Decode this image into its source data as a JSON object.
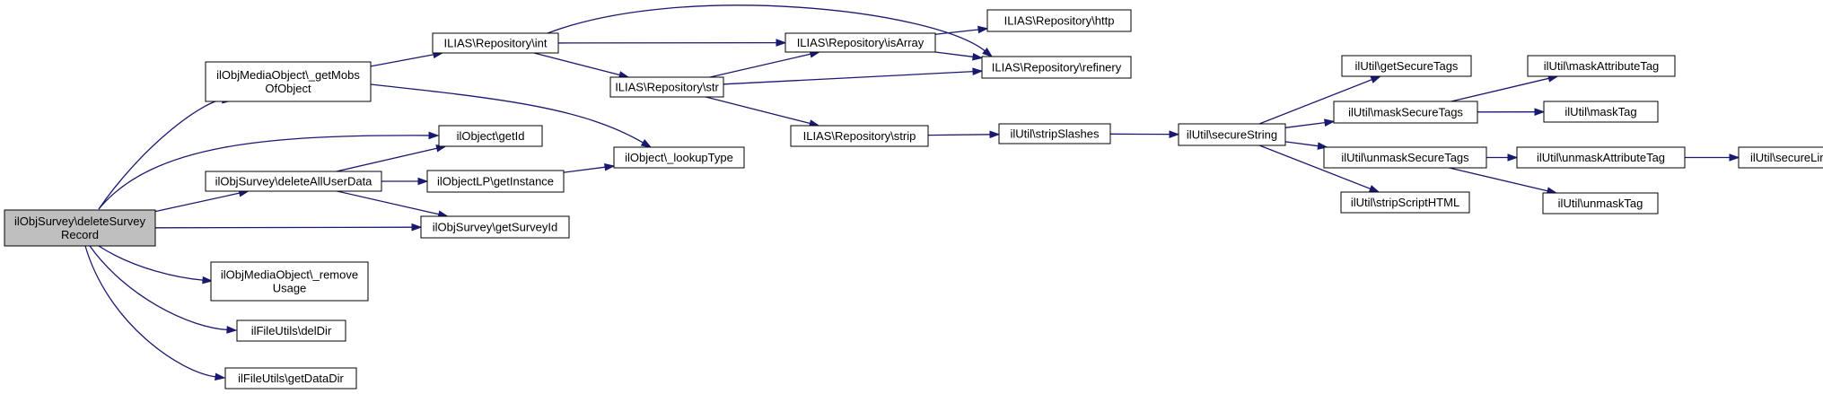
{
  "diagram": {
    "kind": "call-graph",
    "colors": {
      "edge": "#191970",
      "root_fill": "#bfbfbf",
      "node_fill": "#ffffff",
      "node_border": "#000000"
    },
    "nodes": [
      {
        "id": "root",
        "lines": [
          "ilObjSurvey\\deleteSurvey",
          "Record"
        ],
        "highlighted": true
      },
      {
        "id": "getMobs",
        "lines": [
          "ilObjMediaObject\\_getMobs",
          "OfObject"
        ]
      },
      {
        "id": "getId",
        "lines": [
          "ilObject\\getId"
        ]
      },
      {
        "id": "deleteAll",
        "lines": [
          "ilObjSurvey\\deleteAllUserData"
        ]
      },
      {
        "id": "getSurveyId",
        "lines": [
          "ilObjSurvey\\getSurveyId"
        ]
      },
      {
        "id": "removeUsage",
        "lines": [
          "ilObjMediaObject\\_remove",
          "Usage"
        ]
      },
      {
        "id": "delDir",
        "lines": [
          "ilFileUtils\\delDir"
        ]
      },
      {
        "id": "getDataDir",
        "lines": [
          "ilFileUtils\\getDataDir"
        ]
      },
      {
        "id": "repoInt",
        "lines": [
          "ILIAS\\Repository\\int"
        ]
      },
      {
        "id": "lookupType",
        "lines": [
          "ilObject\\_lookupType"
        ]
      },
      {
        "id": "getInstance",
        "lines": [
          "ilObjectLP\\getInstance"
        ]
      },
      {
        "id": "repoStr",
        "lines": [
          "ILIAS\\Repository\\str"
        ]
      },
      {
        "id": "repoIsArray",
        "lines": [
          "ILIAS\\Repository\\isArray"
        ]
      },
      {
        "id": "repoStrip",
        "lines": [
          "ILIAS\\Repository\\strip"
        ]
      },
      {
        "id": "repoHttp",
        "lines": [
          "ILIAS\\Repository\\http"
        ]
      },
      {
        "id": "repoRefinery",
        "lines": [
          "ILIAS\\Repository\\refinery"
        ]
      },
      {
        "id": "stripSlashes",
        "lines": [
          "ilUtil\\stripSlashes"
        ]
      },
      {
        "id": "secureString",
        "lines": [
          "ilUtil\\secureString"
        ]
      },
      {
        "id": "getSecureTags",
        "lines": [
          "ilUtil\\getSecureTags"
        ]
      },
      {
        "id": "maskSecureTags",
        "lines": [
          "ilUtil\\maskSecureTags"
        ]
      },
      {
        "id": "unmaskSecureTags",
        "lines": [
          "ilUtil\\unmaskSecureTags"
        ]
      },
      {
        "id": "stripScriptHTML",
        "lines": [
          "ilUtil\\stripScriptHTML"
        ]
      },
      {
        "id": "maskAttributeTag",
        "lines": [
          "ilUtil\\maskAttributeTag"
        ]
      },
      {
        "id": "maskTag",
        "lines": [
          "ilUtil\\maskTag"
        ]
      },
      {
        "id": "unmaskAttributeTag",
        "lines": [
          "ilUtil\\unmaskAttributeTag"
        ]
      },
      {
        "id": "unmaskTag",
        "lines": [
          "ilUtil\\unmaskTag"
        ]
      },
      {
        "id": "secureLink",
        "lines": [
          "ilUtil\\secureLink"
        ]
      }
    ],
    "edges": [
      {
        "from": "root",
        "to": "getMobs"
      },
      {
        "from": "root",
        "to": "getId"
      },
      {
        "from": "root",
        "to": "deleteAll"
      },
      {
        "from": "root",
        "to": "getSurveyId"
      },
      {
        "from": "root",
        "to": "removeUsage"
      },
      {
        "from": "root",
        "to": "delDir"
      },
      {
        "from": "root",
        "to": "getDataDir"
      },
      {
        "from": "getMobs",
        "to": "repoInt"
      },
      {
        "from": "getMobs",
        "to": "lookupType"
      },
      {
        "from": "deleteAll",
        "to": "getId"
      },
      {
        "from": "deleteAll",
        "to": "getInstance"
      },
      {
        "from": "deleteAll",
        "to": "getSurveyId"
      },
      {
        "from": "getInstance",
        "to": "lookupType"
      },
      {
        "from": "repoInt",
        "to": "repoIsArray"
      },
      {
        "from": "repoInt",
        "to": "repoStr"
      },
      {
        "from": "repoInt",
        "to": "repoRefinery"
      },
      {
        "from": "repoStr",
        "to": "repoIsArray"
      },
      {
        "from": "repoStr",
        "to": "repoRefinery"
      },
      {
        "from": "repoStr",
        "to": "repoStrip"
      },
      {
        "from": "repoIsArray",
        "to": "repoHttp"
      },
      {
        "from": "repoIsArray",
        "to": "repoRefinery"
      },
      {
        "from": "repoStrip",
        "to": "stripSlashes"
      },
      {
        "from": "stripSlashes",
        "to": "secureString"
      },
      {
        "from": "secureString",
        "to": "getSecureTags"
      },
      {
        "from": "secureString",
        "to": "maskSecureTags"
      },
      {
        "from": "secureString",
        "to": "unmaskSecureTags"
      },
      {
        "from": "secureString",
        "to": "stripScriptHTML"
      },
      {
        "from": "maskSecureTags",
        "to": "maskAttributeTag"
      },
      {
        "from": "maskSecureTags",
        "to": "maskTag"
      },
      {
        "from": "unmaskSecureTags",
        "to": "unmaskAttributeTag"
      },
      {
        "from": "unmaskSecureTags",
        "to": "unmaskTag"
      },
      {
        "from": "unmaskAttributeTag",
        "to": "secureLink"
      }
    ]
  }
}
